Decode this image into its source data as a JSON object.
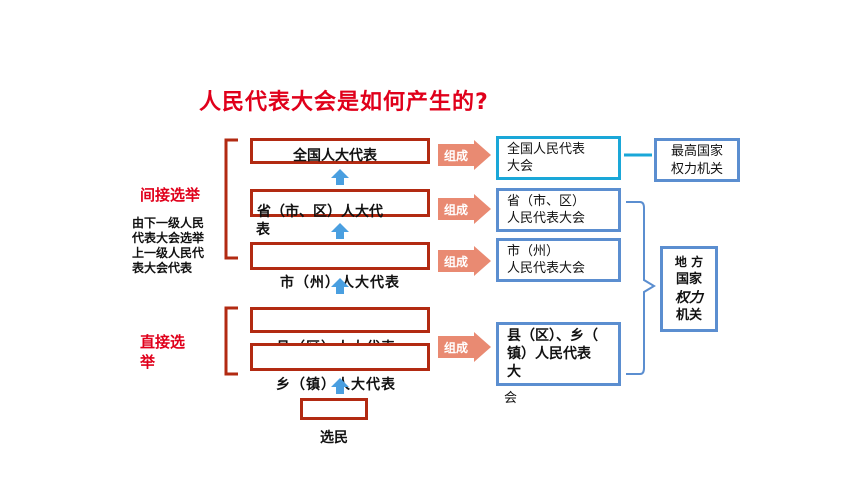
{
  "title": "人民代表大会是如何产生的?",
  "indirect_election": {
    "label": "间接选举",
    "note_lines": [
      "由下一级人民",
      "代表大会选举",
      "上一级人民代",
      "表大会代表"
    ]
  },
  "direct_election": {
    "label_line1": "直接选",
    "label_line2": "举"
  },
  "levels": {
    "national": "全国人大代表",
    "provincial": "省（市、区）人大代",
    "provincial_wrap": "表",
    "city": "市（州）人大代表",
    "county": "县（区）人大代表",
    "township": "乡（镇）人大代表",
    "voters": "选民"
  },
  "compose_label": "组成",
  "organs": {
    "national": [
      "全国人民代表",
      "大会"
    ],
    "provincial": [
      "省（市、区）",
      "人民代表大会"
    ],
    "city": [
      "市（州）",
      "人民代表大会"
    ],
    "county": [
      "县（区）、乡（",
      "镇）人民代表",
      "大",
      "会"
    ]
  },
  "power": {
    "highest": [
      "最高国家",
      "权力机关"
    ],
    "local": [
      "地 方",
      "国家",
      "权力",
      "机关"
    ]
  },
  "colors": {
    "title_red": "#e0001b",
    "box_border_red": "#b22a12",
    "arrow_salmon": "#e98a72",
    "up_arrow_blue": "#4a9fe0",
    "organ_blue": "#5b8ed0",
    "national_cyan": "#1aa7d8"
  }
}
